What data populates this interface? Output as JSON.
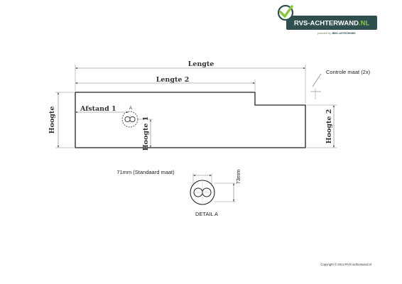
{
  "logo": {
    "brand": "RVS-ACHTERWAND",
    "suffix": ".NL",
    "tagline_prefix": "powered by",
    "tagline_brand": "JBM LASTECHNIEK",
    "colors": {
      "bar": "#2f4f4f",
      "accent": "#8dc63f"
    }
  },
  "labels": {
    "lengte": "Lengte",
    "lengte2": "Lengte 2",
    "controle": "Controle maat (2x)",
    "afstand1": "Afstand 1",
    "hoogte": "Hoogte",
    "hoogte1": "Hoogte 1",
    "hoogte2": "Hoogte 2",
    "marker_a": "A"
  },
  "detail": {
    "width_label": "71mm (Standaard maat)",
    "height_label": "73mm",
    "title": "DETAIL A"
  },
  "footer": {
    "copyright": "Copyright © 2014 RVS-achterwand.nl"
  }
}
